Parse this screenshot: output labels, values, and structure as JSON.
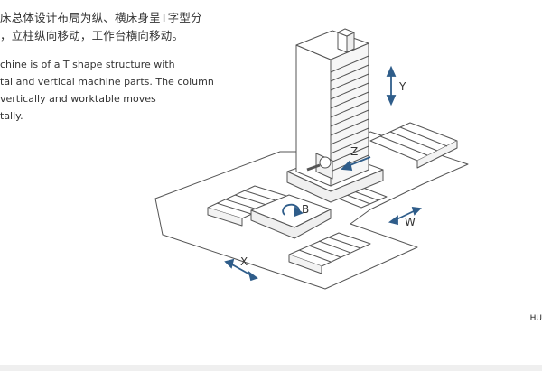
{
  "text": {
    "cn_lines": [
      "床总体设计布局为纵、横床身呈T字型分",
      "，立柱纵向移动，工作台横向移动。"
    ],
    "en_lines": [
      "chine is of a T shape structure with",
      "tal and vertical machine parts. The column",
      "vertically and worktable moves",
      "tally."
    ]
  },
  "diagram": {
    "axis_y": "Y",
    "axis_z": "Z",
    "axis_x": "X",
    "axis_w": "W",
    "axis_b": "B",
    "line_color": "#555555",
    "arrow_color": "#2f5d8a"
  },
  "corner_label": "HU"
}
